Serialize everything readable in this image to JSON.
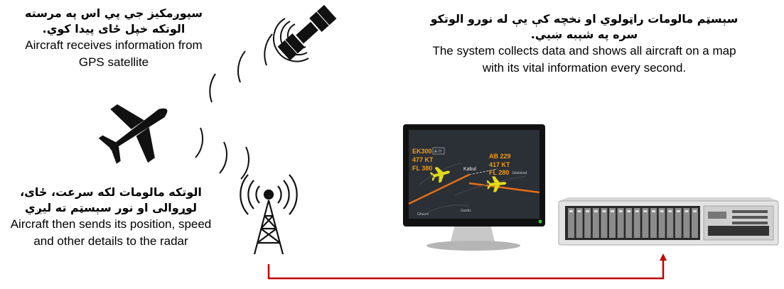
{
  "steps": [
    {
      "pashto": "سپوږمکيز جي پي اس په مرسته الوتکه خپل ځای پیدا کوي.",
      "english": "Aircraft receives information from GPS satellite"
    },
    {
      "pashto": "سېسټم مالومات راټولوي او نخچه کې يې له نورو الوتکو سره په شېبه ښيي.",
      "english": "The system collects data and shows all aircraft on a map with its vital information every second."
    },
    {
      "pashto": "الوتکه مالومات لکه سرعت، ځای، لوړوالی او نور سېسټم ته لیږي",
      "english": "Aircraft then sends its position, speed and other details to the radar"
    }
  ],
  "screen_map": {
    "flight_a": {
      "callsign": "EK300",
      "speed": "477 KT",
      "altitude": "FL 380",
      "tag": "A-77"
    },
    "flight_b": {
      "callsign": "AB 229",
      "speed": "417 KT",
      "altitude": "FL 280"
    },
    "places": {
      "kabul": "Kabul",
      "jalalabad": "Jalalabad",
      "ghazni": "Ghazni",
      "gardiz": "Gardiz"
    }
  },
  "colors": {
    "arrow": "#c00000",
    "map_label": "#f39c12",
    "plane_on_map": "#e3dc1a",
    "map_background": "#2b2f36"
  },
  "icons": [
    "satellite-icon",
    "airplane-icon",
    "radio-tower-icon",
    "monitor-icon",
    "server-icon",
    "signal-waves-icon"
  ]
}
